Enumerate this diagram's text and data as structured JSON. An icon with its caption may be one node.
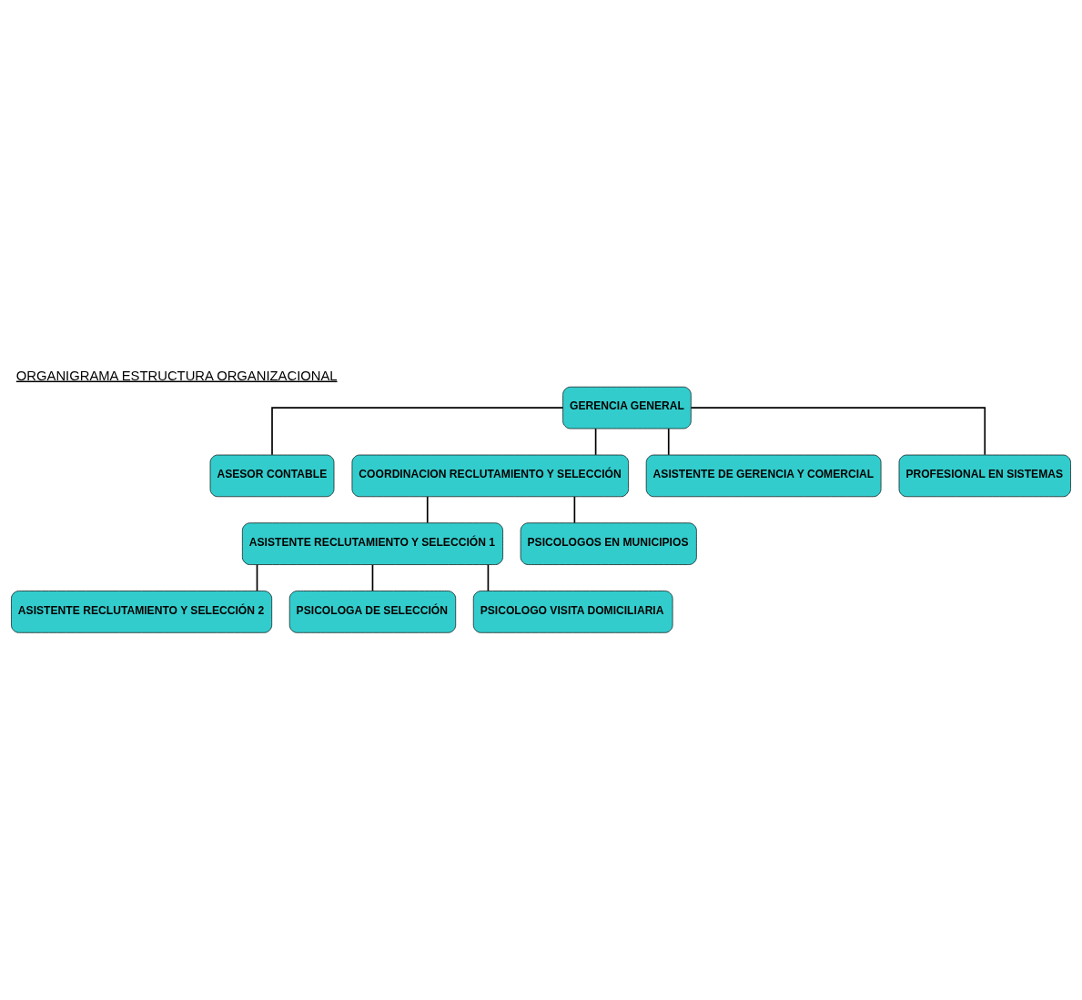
{
  "diagram": {
    "title": "ORGANIGRAMA ESTRUCTURA ORGANIZACIONAL",
    "nodes": [
      {
        "text": [
          "GERENCIA GENERAL"
        ]
      },
      {
        "text": [
          "ASESOR CONTABLE"
        ]
      },
      {
        "text": [
          "COORDINACION RECLUTAMIENTO Y SELECCIÓN"
        ]
      },
      {
        "text": [
          "ASISTENTE DE GERENCIA Y COMERCIAL"
        ]
      },
      {
        "text": [
          "PROFESIONAL EN SISTEMAS"
        ]
      },
      {
        "text": [
          "ASISTENTE RECLUTAMIENTO Y SELECCIÓN 1"
        ]
      },
      {
        "text": [
          "PSICOLOGOS EN MUNICIPIOS"
        ]
      },
      {
        "text": [
          "ASISTENTE RECLUTAMIENTO Y SELECCIÓN 2"
        ]
      },
      {
        "text": [
          "PSICOLOGA DE SELECCIÓN"
        ]
      },
      {
        "text": [
          "PSICOLOGO VISITA DOMICILIARIA"
        ]
      }
    ],
    "edges": [
      {
        "from": 0,
        "to": 1,
        "arrow": "none"
      },
      {
        "from": 0,
        "to": 2,
        "arrow": "none"
      },
      {
        "from": 0,
        "to": 3,
        "arrow": "none"
      },
      {
        "from": 0,
        "to": 4,
        "arrow": "none"
      },
      {
        "from": 2,
        "to": 5,
        "arrow": "none"
      },
      {
        "from": 2,
        "to": 6,
        "arrow": "none"
      },
      {
        "from": 5,
        "to": 7,
        "arrow": "none"
      },
      {
        "from": 5,
        "to": 8,
        "arrow": "none"
      },
      {
        "from": 5,
        "to": 9,
        "arrow": "none"
      }
    ]
  }
}
